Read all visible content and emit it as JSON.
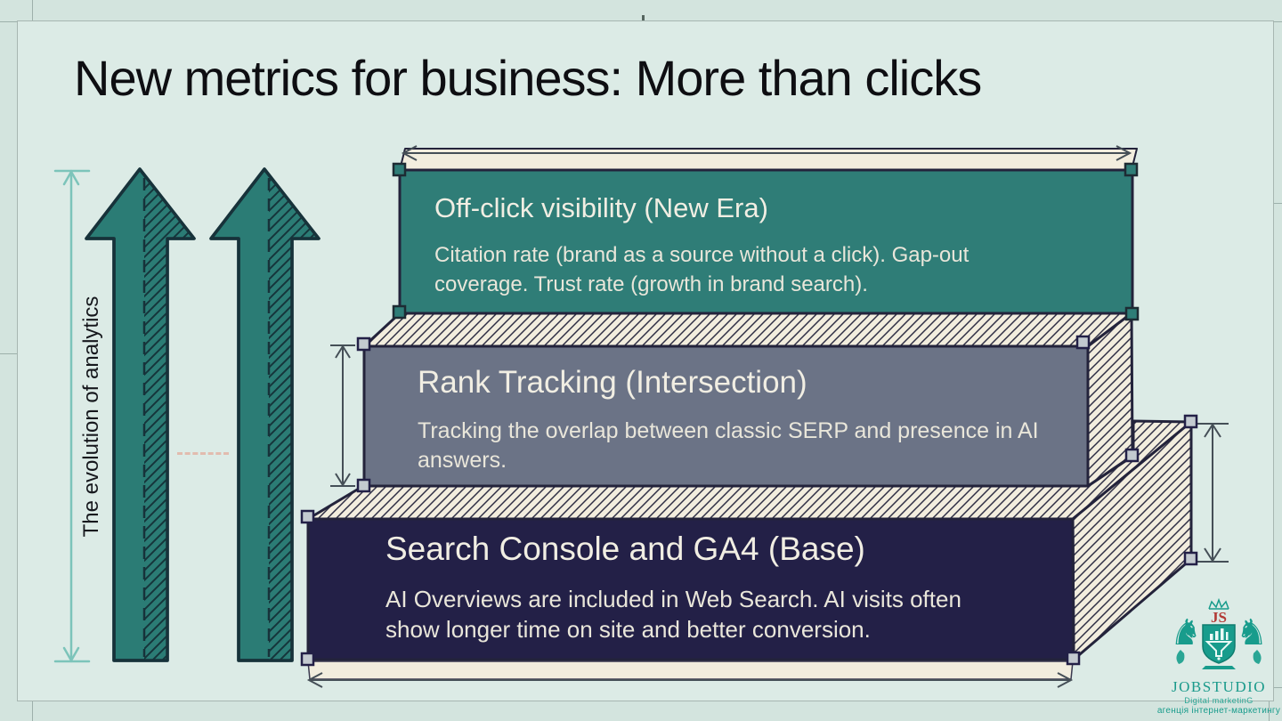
{
  "slide": {
    "title": "New metrics for business: More than clicks",
    "axis_label": "The evolution of analytics",
    "blocks": [
      {
        "level": "top",
        "title": "Off-click visibility (New Era)",
        "body": "Citation rate (brand as a source without a click). Gap-out coverage. Trust rate (growth in brand search).",
        "color": "#2f7d77"
      },
      {
        "level": "middle",
        "title": "Rank Tracking (Intersection)",
        "body": "Tracking the overlap between classic SERP and presence in AI answers.",
        "color": "#6b7386"
      },
      {
        "level": "base",
        "title": "Search Console and GA4 (Base)",
        "body": "AI Overviews are included in Web Search. AI visits often show longer time on site and better conversion.",
        "color": "#232047"
      }
    ]
  },
  "logo": {
    "monogram": "JS",
    "name": "JOBSTUDIO",
    "tagline": "Digital marketinG",
    "subtitle": "агенція інтернет-маркетингу"
  },
  "colors": {
    "teal_block": "#2f7d77",
    "gray_block": "#6b7386",
    "navy_block": "#232047",
    "cream": "#f2edde",
    "slide_bg": "#dcebe6",
    "canvas_bg": "#d3e4de",
    "dim_teal": "#7cc4ba",
    "logo_teal": "#189c8c",
    "logo_red": "#b23a35"
  }
}
